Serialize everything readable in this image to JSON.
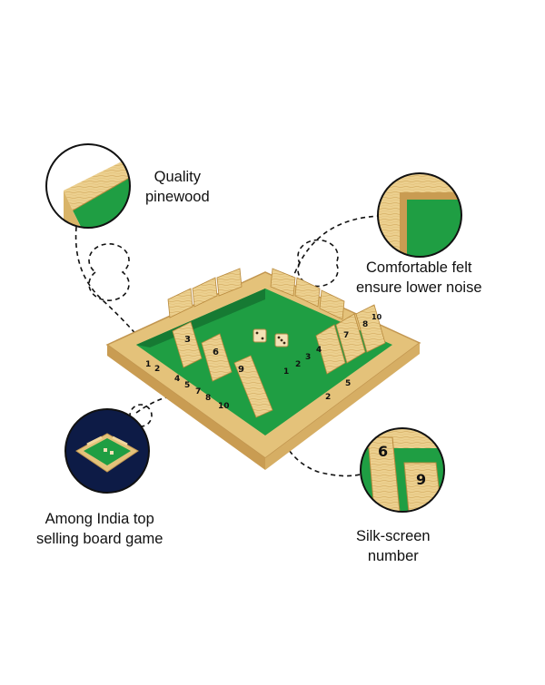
{
  "callouts": {
    "wood": {
      "line1": "Quality",
      "line2": "pinewood",
      "icon": "wood-corner-icon"
    },
    "felt": {
      "line1": "Comfortable felt",
      "line2": "ensure lower noise",
      "icon": "felt-corner-icon"
    },
    "bestseller": {
      "line1": "Among India top",
      "line2": "selling board game",
      "icon": "board-thumbnail-icon"
    },
    "numbers": {
      "line1": "Silk-screen",
      "line2": "number",
      "icon": "numbered-tile-icon"
    }
  },
  "board": {
    "tile_numbers": [
      "1",
      "2",
      "3",
      "4",
      "5",
      "6",
      "7",
      "8",
      "9",
      "10"
    ],
    "dice": [
      "die-1",
      "die-2"
    ]
  },
  "colors": {
    "wood_light": "#f1d79c",
    "wood_mid": "#dfb96a",
    "wood_dark": "#b98a3e",
    "felt_green": "#1f9e43",
    "felt_dark": "#167a33",
    "navy": "#0d1b46",
    "line": "#111111"
  }
}
